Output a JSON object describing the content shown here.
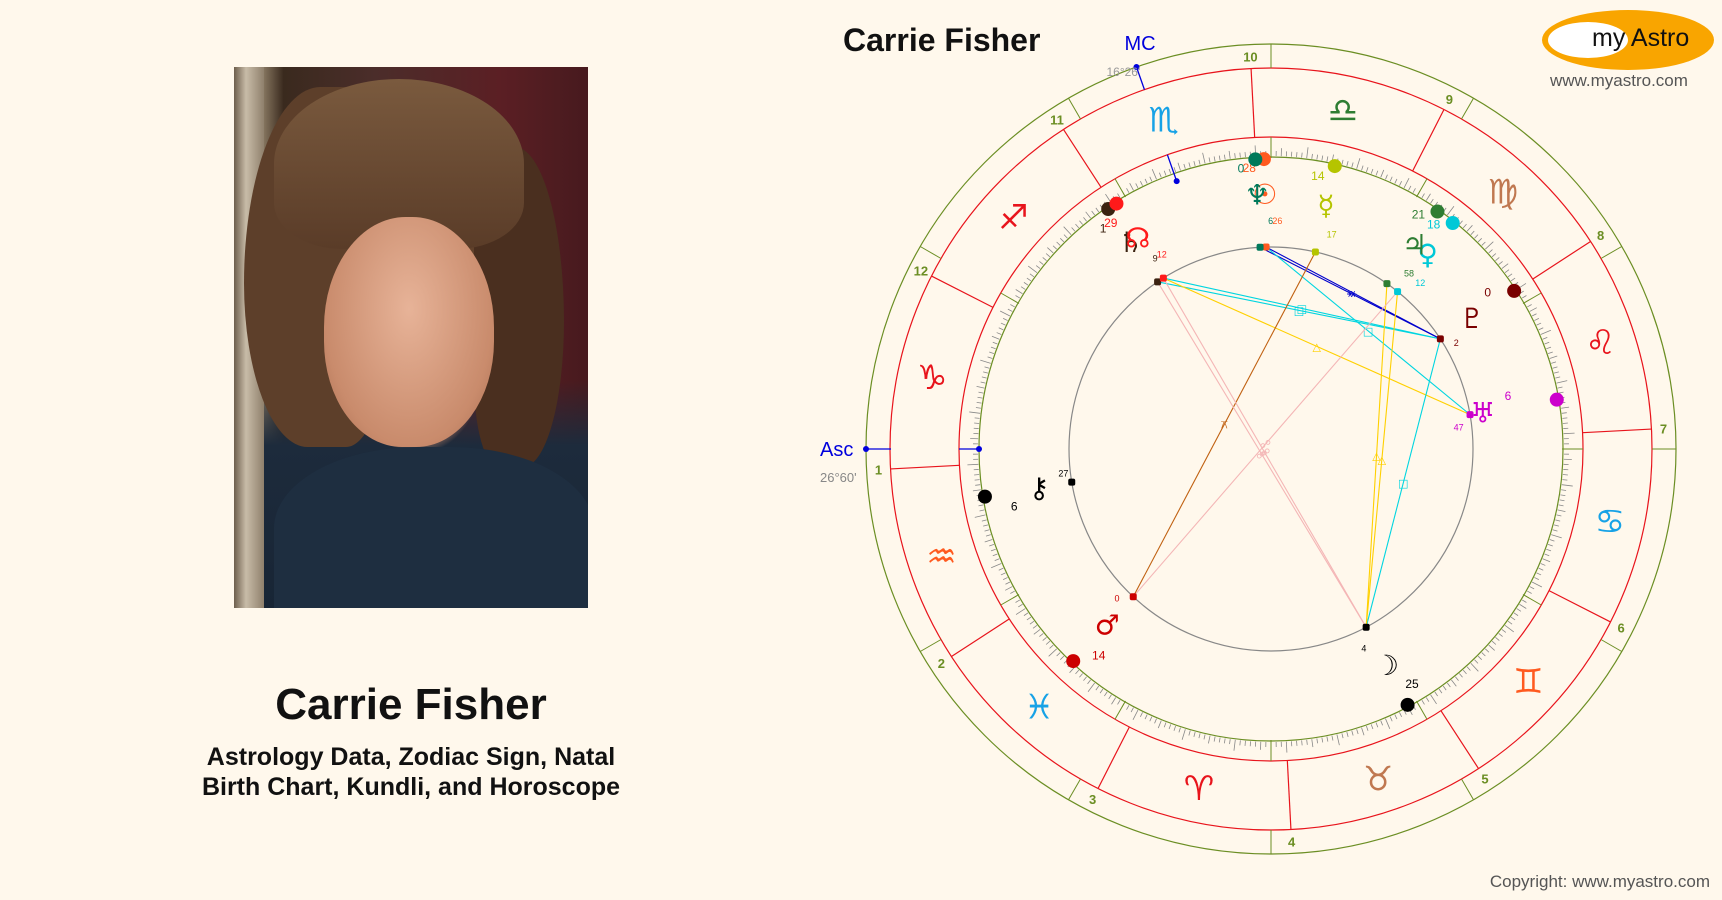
{
  "left_panel": {
    "photo_alt": "Carrie Fisher portrait",
    "name": "Carrie Fisher",
    "subtitle_line1": "Astrology Data, Zodiac Sign, Natal",
    "subtitle_line2": "Birth Chart, Kundli, and Horoscope"
  },
  "header": {
    "chart_title": "Carrie Fisher",
    "logo_text": "my Astro",
    "site_url": "www.myastro.com"
  },
  "footer": {
    "copyright": "Copyright: www.myastro.com"
  },
  "colors": {
    "background": "#fff8ec",
    "house_ring": "#6b8e23",
    "sign_ring": "#e8141c",
    "angle_lines": "#0000dd",
    "logo_orange": "#f9a500",
    "inner_circle": "#888888"
  },
  "chart": {
    "ascendant": {
      "label": "Asc",
      "degree_text": "26°60'",
      "longitude": 297
    },
    "midheaven": {
      "label": "MC",
      "degree_text": "16°26'",
      "longitude": 226.4
    },
    "signs": [
      {
        "name": "Aries",
        "glyph": "♈",
        "color": "#e8141c"
      },
      {
        "name": "Taurus",
        "glyph": "♉",
        "color": "#c07850"
      },
      {
        "name": "Gemini",
        "glyph": "♊",
        "color": "#ff5a1f"
      },
      {
        "name": "Cancer",
        "glyph": "♋",
        "color": "#17a2e6"
      },
      {
        "name": "Leo",
        "glyph": "♌",
        "color": "#e8141c"
      },
      {
        "name": "Virgo",
        "glyph": "♍",
        "color": "#c07850"
      },
      {
        "name": "Libra",
        "glyph": "♎",
        "color": "#2e7d32"
      },
      {
        "name": "Scorpio",
        "glyph": "♏",
        "color": "#17a2e6"
      },
      {
        "name": "Sagittarius",
        "glyph": "♐",
        "color": "#e8141c"
      },
      {
        "name": "Capricorn",
        "glyph": "♑",
        "color": "#e8141c"
      },
      {
        "name": "Aquarius",
        "glyph": "♒",
        "color": "#ff5a1f"
      },
      {
        "name": "Pisces",
        "glyph": "♓",
        "color": "#17a2e6"
      }
    ],
    "houses": [
      "1",
      "2",
      "3",
      "4",
      "5",
      "6",
      "7",
      "8",
      "9",
      "10",
      "11",
      "12"
    ],
    "planets": [
      {
        "name": "Sun",
        "glyph": "☉",
        "deg": "28",
        "min": "26",
        "longitude": 208.4,
        "color": "#ff5a1f"
      },
      {
        "name": "Moon",
        "glyph": "☽",
        "deg": "25",
        "min": "4",
        "longitude": 55.1,
        "color": "#000000"
      },
      {
        "name": "Mercury",
        "glyph": "☿",
        "deg": "14",
        "min": "17",
        "longitude": 194.3,
        "color": "#b5c400"
      },
      {
        "name": "Venus",
        "glyph": "♀",
        "deg": "18",
        "min": "12",
        "longitude": 168.2,
        "color": "#00c8d7"
      },
      {
        "name": "Mars",
        "glyph": "♂",
        "deg": "14",
        "min": "0",
        "longitude": 344.0,
        "color": "#cc0000"
      },
      {
        "name": "Jupiter",
        "glyph": "♃",
        "deg": "21",
        "min": "58",
        "longitude": 171.97,
        "color": "#2e7d32"
      },
      {
        "name": "Saturn",
        "glyph": "♄",
        "deg": "1",
        "min": "9",
        "longitude": 241.15,
        "color": "#3b2210"
      },
      {
        "name": "Uranus",
        "glyph": "♅",
        "deg": "6",
        "min": "47",
        "longitude": 126.8,
        "color": "#cc00cc"
      },
      {
        "name": "Neptune",
        "glyph": "♆",
        "deg": "0",
        "min": "6",
        "longitude": 210.1,
        "color": "#00795a"
      },
      {
        "name": "Pluto",
        "glyph": "♇",
        "deg": "0",
        "min": "2",
        "longitude": 150.03,
        "color": "#7a0000"
      },
      {
        "name": "North Node",
        "glyph": "☊",
        "deg": "29",
        "min": "12",
        "longitude": 239.2,
        "color": "#ff1a1a"
      },
      {
        "name": "Chiron",
        "glyph": "⚷",
        "deg": "6",
        "min": "27",
        "longitude": 306.45,
        "color": "#000000"
      }
    ],
    "aspects": [
      {
        "from": "Sun",
        "to": "Pluto",
        "color": "#0000cc",
        "symbol": "⚹"
      },
      {
        "from": "Neptune",
        "to": "Pluto",
        "color": "#0000cc",
        "symbol": "⚹"
      },
      {
        "from": "Saturn",
        "to": "Pluto",
        "color": "#00d5e0",
        "symbol": "□"
      },
      {
        "from": "North Node",
        "to": "Pluto",
        "color": "#00d5e0",
        "symbol": "□"
      },
      {
        "from": "Sun",
        "to": "Uranus",
        "color": "#00d5e0",
        "symbol": "□"
      },
      {
        "from": "North Node",
        "to": "Uranus",
        "color": "#ffd000",
        "symbol": "△"
      },
      {
        "from": "Pluto",
        "to": "Moon",
        "color": "#00d5e0",
        "symbol": "□"
      },
      {
        "from": "Jupiter",
        "to": "Moon",
        "color": "#ffd000",
        "symbol": "△"
      },
      {
        "from": "Venus",
        "to": "Moon",
        "color": "#ffd000",
        "symbol": "△"
      },
      {
        "from": "Mercury",
        "to": "Mars",
        "color": "#c06010",
        "symbol": "⚻"
      },
      {
        "from": "Saturn",
        "to": "Moon",
        "color": "#f4b6b6",
        "symbol": "☍"
      },
      {
        "from": "North Node",
        "to": "Moon",
        "color": "#f4b6b6",
        "symbol": "☍"
      },
      {
        "from": "Venus",
        "to": "Mars",
        "color": "#f4b6b6",
        "symbol": "☍"
      }
    ]
  }
}
